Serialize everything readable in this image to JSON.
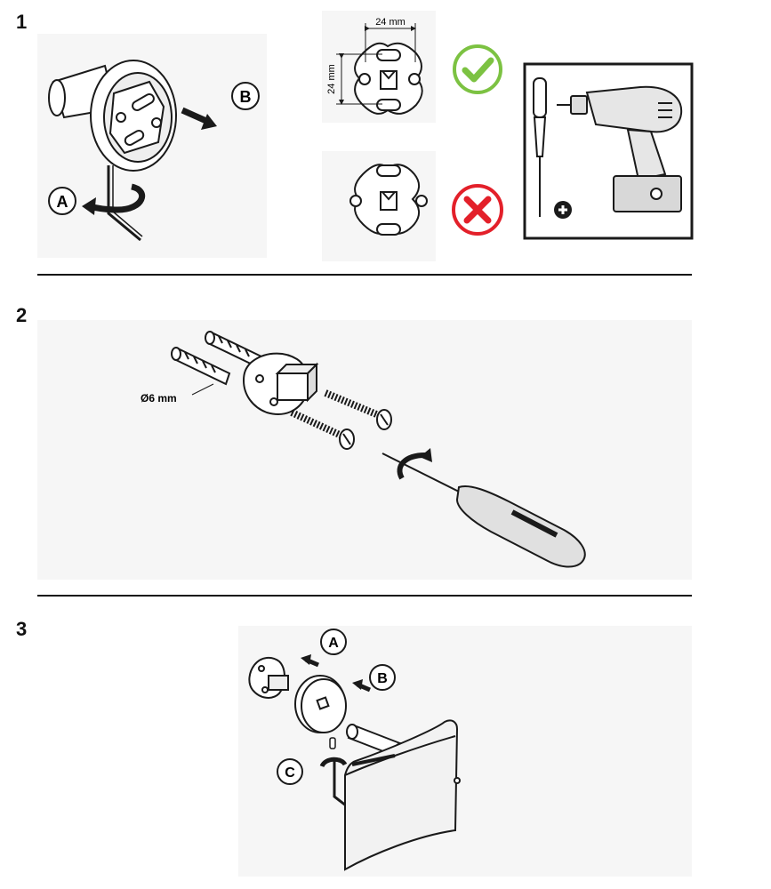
{
  "steps": [
    {
      "number": "1"
    },
    {
      "number": "2"
    },
    {
      "number": "3"
    }
  ],
  "step1": {
    "callout_a": "A",
    "callout_b": "B",
    "dim_width": "24 mm",
    "dim_height": "24 mm",
    "correct_icon": "check-mark-icon",
    "incorrect_icon": "cross-mark-icon",
    "tools_icon": "plus-icon"
  },
  "step2": {
    "dowel_label": "Ø6 mm"
  },
  "step3": {
    "callout_a": "A",
    "callout_b": "B",
    "callout_c": "C"
  },
  "colors": {
    "check_green": "#7cc242",
    "cross_red": "#e3202a",
    "line": "#1a1a1a",
    "panel_bg": "#f6f6f6"
  }
}
